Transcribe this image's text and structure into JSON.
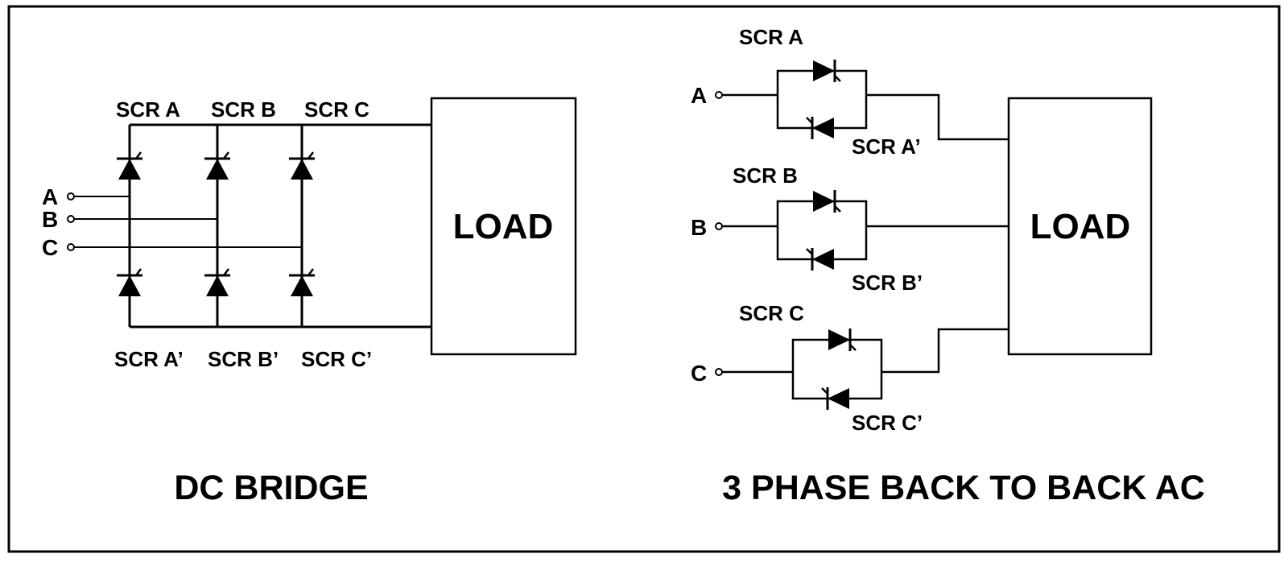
{
  "dc_bridge": {
    "title": "DC BRIDGE",
    "load_label": "LOAD",
    "inputs": [
      "A",
      "B",
      "C"
    ],
    "upper_scrs": [
      "SCR A",
      "SCR B",
      "SCR C"
    ],
    "lower_scrs": [
      "SCR A’",
      "SCR B’",
      "SCR C’"
    ]
  },
  "ac_back_to_back": {
    "title": "3 PHASE BACK TO BACK AC",
    "load_label": "LOAD",
    "phases": [
      {
        "input": "A",
        "scr_forward": "SCR A",
        "scr_reverse": "SCR A’"
      },
      {
        "input": "B",
        "scr_forward": "SCR B",
        "scr_reverse": "SCR B’"
      },
      {
        "input": "C",
        "scr_forward": "SCR C",
        "scr_reverse": "SCR C’"
      }
    ]
  },
  "colors": {
    "line": "#000000",
    "background": "#ffffff"
  }
}
